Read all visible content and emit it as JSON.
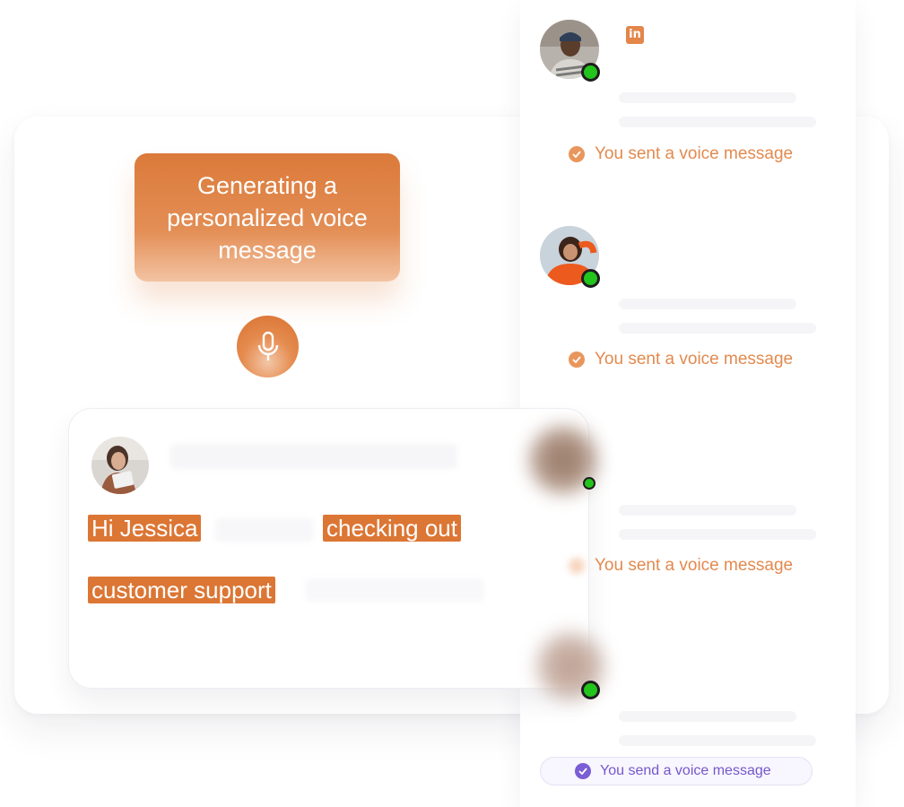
{
  "generator": {
    "badge_text": "Generating a personalized voice message",
    "mic_icon": "microphone-icon"
  },
  "message_card": {
    "highlight_1": "Hi Jessica",
    "highlight_2": "checking out",
    "highlight_3": "customer support"
  },
  "feed": {
    "linkedin_icon": "in",
    "items": [
      {
        "status": "You sent a voice message"
      },
      {
        "status": "You sent a voice message"
      },
      {
        "status": "You sent a voice message"
      }
    ],
    "pending_status": "You send a voice message"
  },
  "colors": {
    "accent": "#dc7634",
    "online": "#23c41c",
    "pending": "#7557cc"
  }
}
